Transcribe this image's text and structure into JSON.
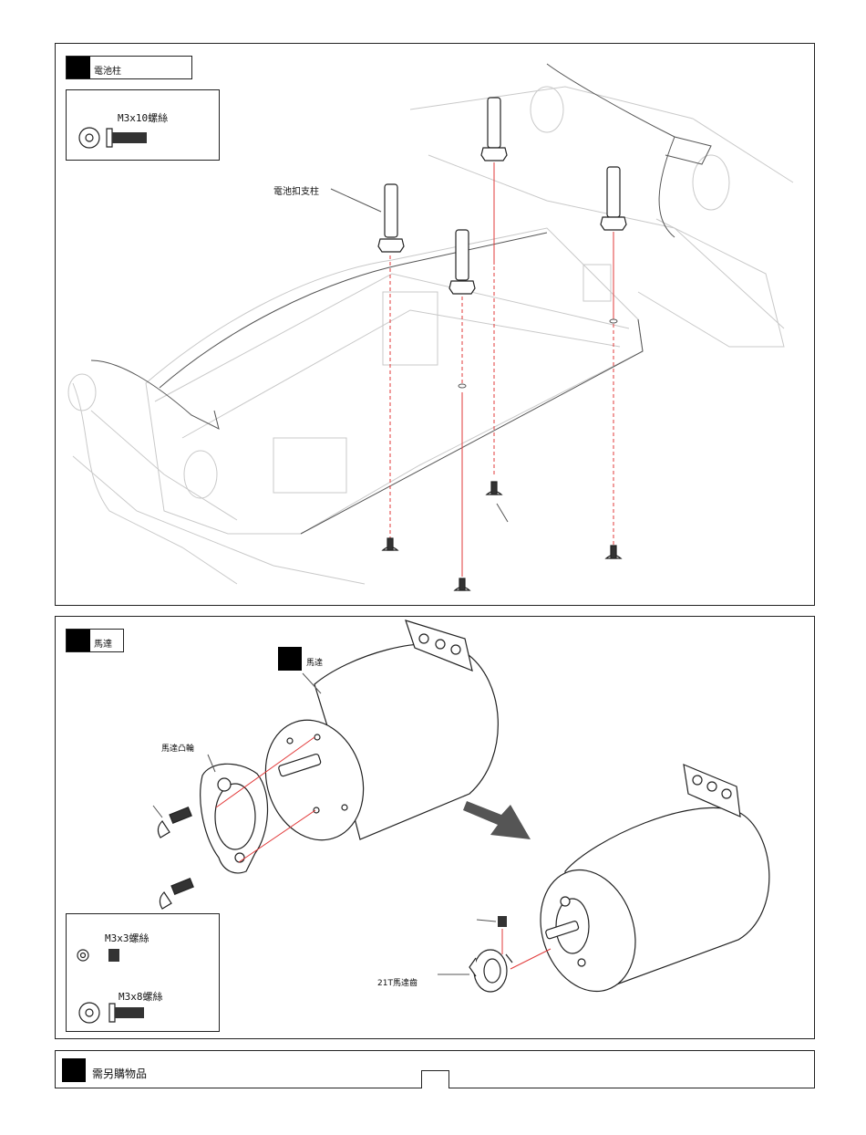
{
  "step1": {
    "title": "電池柱",
    "parts_box": {
      "screw_label": "M3x10螺絲"
    },
    "callout_post": "電池扣支柱"
  },
  "step2": {
    "title": "馬達",
    "motor_tag": "馬達",
    "mount_label": "馬達凸輪",
    "pinion_label": "21T馬達齒",
    "parts_box": {
      "screw1_label": "M3x3螺絲",
      "screw2_label": "M3x8螺絲"
    }
  },
  "footer": {
    "title": "需另購物品"
  },
  "colors": {
    "guide": "#e23a3a",
    "ink": "#222222",
    "ghost": "#c9c9c9"
  }
}
